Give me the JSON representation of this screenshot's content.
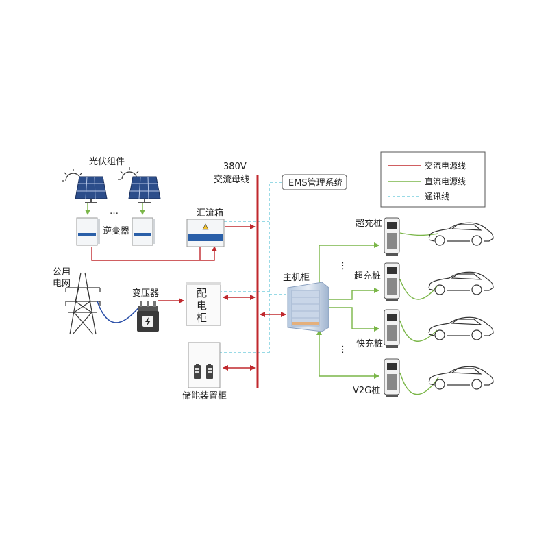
{
  "labels": {
    "pv_modules": "光伏组件",
    "ellipsis": "…",
    "inverter": "逆变器",
    "combiner_box": "汇流箱",
    "bus_voltage": "380V",
    "bus_name": "交流母线",
    "ems": "EMS管理系统",
    "public_grid_line1": "公用",
    "public_grid_line2": "电网",
    "transformer": "变压器",
    "distribution_cabinet_1": "配",
    "distribution_cabinet_2": "电",
    "distribution_cabinet_3": "柜",
    "main_cabinet": "主机柜",
    "storage_cabinet": "储能装置柜",
    "super_charger_1": "超充桩",
    "super_charger_2": "超充桩",
    "fast_charger": "快充桩",
    "v2g_charger": "V2G桩",
    "charger_ellipsis_1": "⋮",
    "charger_ellipsis_2": "⋮"
  },
  "legend": {
    "items": [
      {
        "label": "交流电源线",
        "color": "#c0282d",
        "style": "solid"
      },
      {
        "label": "直流电源线",
        "color": "#7ab648",
        "style": "solid"
      },
      {
        "label": "通讯线",
        "color": "#5bc3d6",
        "style": "dashed"
      }
    ]
  },
  "colors": {
    "ac_line": "#c0282d",
    "dc_line": "#7ab648",
    "comm_line": "#5bc3d6",
    "grid_cable": "#2a4fa8"
  }
}
